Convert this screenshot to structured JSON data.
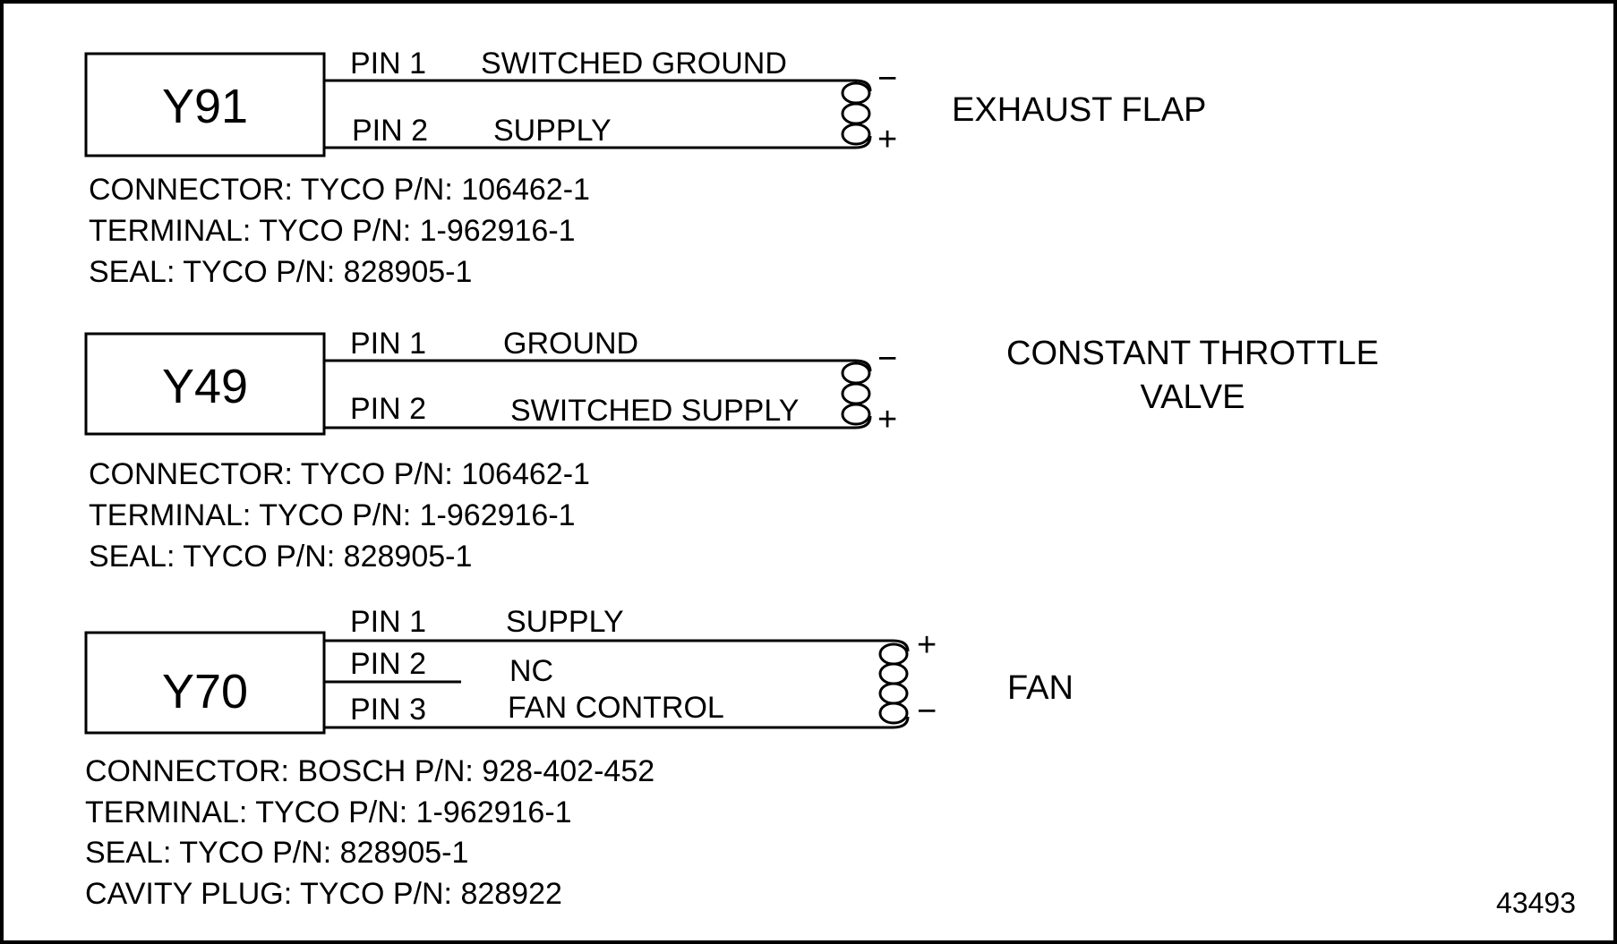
{
  "connectors": [
    {
      "id": "Y91",
      "device": [
        "EXHAUST FLAP"
      ],
      "pins": [
        {
          "pin": "PIN 1",
          "signal": "SWITCHED GROUND",
          "polarity": "−"
        },
        {
          "pin": "PIN 2",
          "signal": "SUPPLY",
          "polarity": "+"
        }
      ],
      "notes": [
        "CONNECTOR: TYCO P/N: 106462-1",
        "TERMINAL: TYCO P/N: 1-962916-1",
        "SEAL: TYCO P/N: 828905-1"
      ]
    },
    {
      "id": "Y49",
      "device": [
        "CONSTANT THROTTLE",
        "VALVE"
      ],
      "pins": [
        {
          "pin": "PIN 1",
          "signal": "GROUND",
          "polarity": "−"
        },
        {
          "pin": "PIN 2",
          "signal": "SWITCHED SUPPLY",
          "polarity": "+"
        }
      ],
      "notes": [
        "CONNECTOR: TYCO P/N: 106462-1",
        "TERMINAL: TYCO P/N: 1-962916-1",
        "SEAL: TYCO P/N: 828905-1"
      ]
    },
    {
      "id": "Y70",
      "device": [
        "FAN"
      ],
      "pins": [
        {
          "pin": "PIN 1",
          "signal": "SUPPLY",
          "polarity": "+"
        },
        {
          "pin": "PIN 2",
          "signal": "NC"
        },
        {
          "pin": "PIN 3",
          "signal": "FAN CONTROL",
          "polarity": "−"
        }
      ],
      "notes": [
        "CONNECTOR: BOSCH P/N: 928-402-452",
        "TERMINAL: TYCO P/N: 1-962916-1",
        "SEAL: TYCO P/N: 828905-1",
        "CAVITY PLUG: TYCO P/N: 828922"
      ]
    }
  ],
  "figure_number": "43493"
}
